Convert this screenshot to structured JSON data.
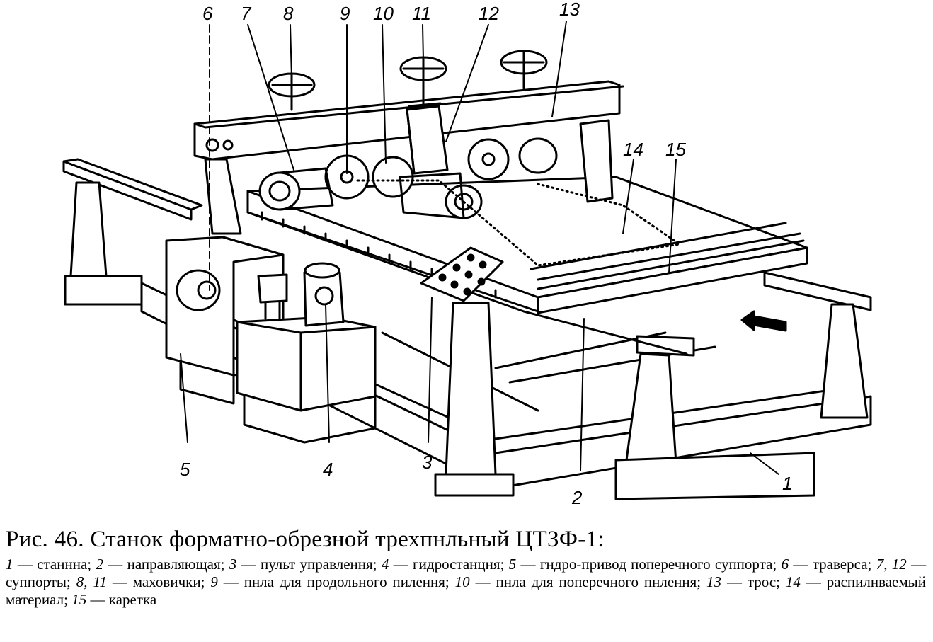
{
  "figure": {
    "callouts": [
      "1",
      "2",
      "3",
      "4",
      "5",
      "6",
      "7",
      "8",
      "9",
      "10",
      "11",
      "12",
      "13",
      "14",
      "15"
    ]
  },
  "caption": {
    "title": "Рис. 46. Станок форматно-обрезной трехпнльный ЦТЗФ-1:",
    "legend": [
      {
        "num": "1",
        "text": "станнна;"
      },
      {
        "num": "2",
        "text": "направляющая;"
      },
      {
        "num": "3",
        "text": "пульт управлення;"
      },
      {
        "num": "4",
        "text": "гидростанцня;"
      },
      {
        "num": "5",
        "text": "гндро-привод поперечного суппорта;"
      },
      {
        "num": "6",
        "text": "траверса;"
      },
      {
        "num": "7, 12",
        "text": "суппорты;"
      },
      {
        "num": "8, 11",
        "text": "маховички;"
      },
      {
        "num": "9",
        "text": "пнла для продольного пилення;"
      },
      {
        "num": "10",
        "text": "пнла для поперечного пнлення;"
      },
      {
        "num": "13",
        "text": "трос;"
      },
      {
        "num": "14",
        "text": "распилнваемый материал;"
      },
      {
        "num": "15",
        "text": "каретка"
      }
    ]
  }
}
